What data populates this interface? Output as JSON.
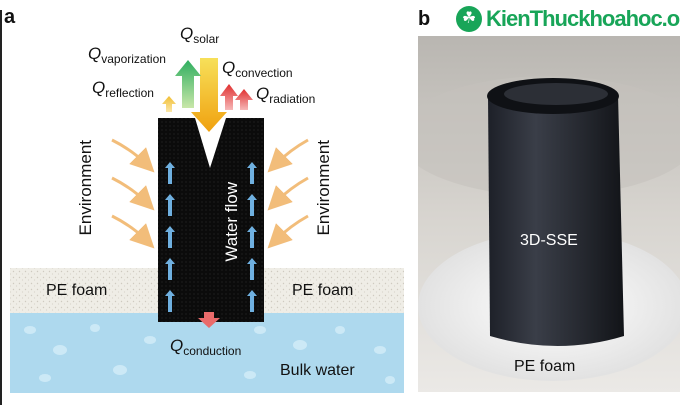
{
  "panel_a": {
    "letter": "a",
    "q_solar": {
      "sym": "Q",
      "sub": "solar"
    },
    "q_vaporization": {
      "sym": "Q",
      "sub": "vaporization"
    },
    "q_reflection": {
      "sym": "Q",
      "sub": "reflection"
    },
    "q_convection": {
      "sym": "Q",
      "sub": "convection"
    },
    "q_radiation": {
      "sym": "Q",
      "sub": "radiation"
    },
    "q_conduction": {
      "sym": "Q",
      "sub": "conduction"
    },
    "environment_left": "Environment",
    "environment_right": "Environment",
    "water_flow": "Water flow",
    "pe_foam_left": "PE foam",
    "pe_foam_right": "PE foam",
    "bulk_water": "Bulk water"
  },
  "panel_b": {
    "letter": "b",
    "sse_label": "3D-SSE",
    "pe_foam_label": "PE foam",
    "watermark": "KienThuckhoahoc.org"
  },
  "colors": {
    "water": "#a9d9ef",
    "foam": "#efede6",
    "evaporator": "#111111",
    "solar_arrow": "#f0b41e",
    "vapor_arrow": "#3fb56a",
    "heat_arrow": "#e23b3b",
    "environment_arrow": "#f5c88a",
    "flow_arrow": "#6fb0e0",
    "watermark_green": "#18a558"
  }
}
